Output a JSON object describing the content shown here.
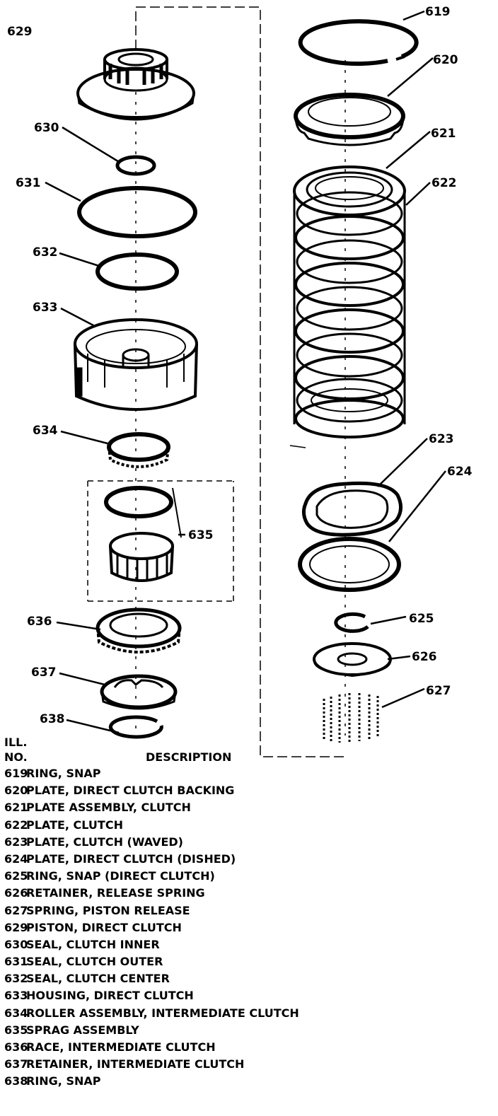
{
  "callouts": {
    "c619": "619",
    "c620": "620",
    "c621": "621",
    "c622": "622",
    "c623": "623",
    "c624": "624",
    "c625": "625",
    "c626": "626",
    "c627": "627",
    "c629": "629",
    "c630": "630",
    "c631": "631",
    "c632": "632",
    "c633": "633",
    "c634": "634",
    "c635": "635",
    "c636": "636",
    "c637": "637",
    "c638": "638"
  },
  "legend": {
    "header_line1": "ILL.",
    "header_line2": "NO.",
    "header_desc": "DESCRIPTION",
    "rows": [
      {
        "no": "619",
        "desc": "RING, SNAP"
      },
      {
        "no": "620",
        "desc": "PLATE, DIRECT CLUTCH BACKING"
      },
      {
        "no": "621",
        "desc": "PLATE ASSEMBLY, CLUTCH"
      },
      {
        "no": "622",
        "desc": "PLATE, CLUTCH"
      },
      {
        "no": "623",
        "desc": "PLATE, CLUTCH (WAVED)"
      },
      {
        "no": "624",
        "desc": "PLATE, DIRECT CLUTCH (DISHED)"
      },
      {
        "no": "625",
        "desc": "RING, SNAP (DIRECT CLUTCH)"
      },
      {
        "no": "626",
        "desc": "RETAINER, RELEASE SPRING"
      },
      {
        "no": "627",
        "desc": "SPRING, PISTON RELEASE"
      },
      {
        "no": "629",
        "desc": "PISTON, DIRECT CLUTCH"
      },
      {
        "no": "630",
        "desc": "SEAL, CLUTCH INNER"
      },
      {
        "no": "631",
        "desc": "SEAL, CLUTCH OUTER"
      },
      {
        "no": "632",
        "desc": "SEAL, CLUTCH CENTER"
      },
      {
        "no": "633",
        "desc": "HOUSING, DIRECT CLUTCH"
      },
      {
        "no": "634",
        "desc": "ROLLER ASSEMBLY, INTERMEDIATE CLUTCH"
      },
      {
        "no": "635",
        "desc": "SPRAG ASSEMBLY"
      },
      {
        "no": "636",
        "desc": "RACE, INTERMEDIATE CLUTCH"
      },
      {
        "no": "637",
        "desc": "RETAINER, INTERMEDIATE CLUTCH"
      },
      {
        "no": "638",
        "desc": "RING, SNAP"
      }
    ]
  },
  "colors": {
    "ink": "#000000",
    "paper": "#ffffff"
  }
}
